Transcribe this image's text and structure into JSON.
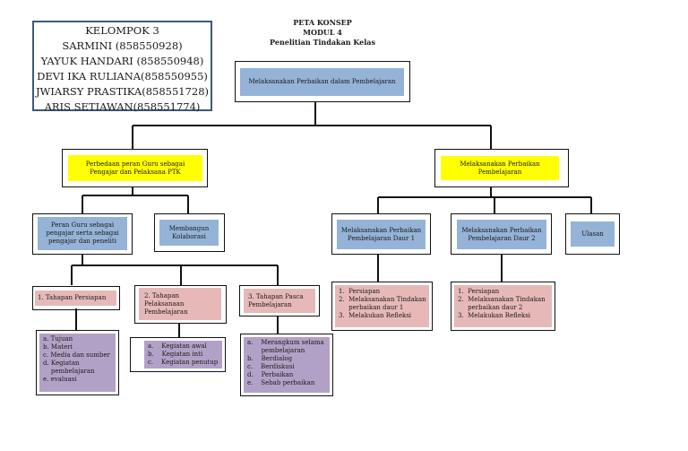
{
  "group": {
    "title": "KELOMPOK 3",
    "members": [
      "SARMINI (858550928)",
      "YAYUK HANDARI (858550948)",
      "DEVI IKA RULIANA(858550955)",
      "JWIARSY PRASTIKA(858551728)",
      "ARIS SETIAWAN(858551774)"
    ]
  },
  "title": {
    "line1": "PETA KONSEP",
    "line2": "MODUL 4",
    "line3": "Penelitian Tindakan Kelas"
  },
  "nodes": {
    "root": "Melaksanakan Perbaikan dalam Pembelajaran",
    "perbedaan": "Perbedaan peran Guru sebagai Pengajar dan Pelaksana PTK",
    "melaksanakan": "Melaksanakan Perbaikan Pembelajaran",
    "peran_guru": "Peran Guru sebagai pengajar serta sebagai pengajar dan peneliti",
    "kolaborasi": "Membangun Kolaborasi",
    "daur1": "Melaksanakan Perbaikan Pembelajaran Daur 1",
    "daur2": "Melaksanakan Perbaikan Pembelajaran Daur 2",
    "ulasan": "Ulasan",
    "persiapan": "1.  Tahapan Persiapan",
    "pelaksanaan": "2.  Tahapan Pelaksanaan Pembelajaran",
    "pasca": "3.  Tahapan Pasca Pembelajaran"
  },
  "lists": {
    "persiapan": [
      "a. Tujuan",
      "b. Materi",
      "c. Media dan sumber",
      "d. Kegiatan",
      "    pembelajaran",
      "e. evaluasi"
    ],
    "pelaksanaan": [
      "a.    Kegiatan awal",
      "b.    Kegiatan inti",
      "c.    Kegiatan penutup"
    ],
    "pasca": [
      "a.    Merangkum selama",
      "       pembelajaran",
      "b.    Berdialog",
      "c.    Berdiskusi",
      "d.    Perbaikan",
      "e.    Sebab perbaikan"
    ],
    "daur1": [
      "1.  Persiapan",
      "2.  Melaksanakan Tindakan",
      "     perbaikan daur 1",
      "3.  Melakukan Refleksi"
    ],
    "daur2": [
      "1.  Persiapan",
      "2.  Melaksanakan Tindakan",
      "     perbaikan daur 2",
      "3.  Melakukan Refleksi"
    ]
  }
}
